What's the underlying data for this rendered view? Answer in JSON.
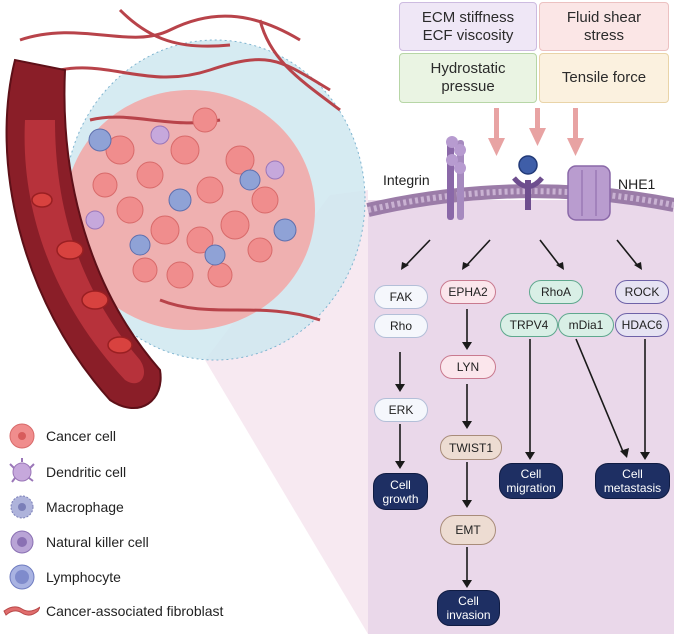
{
  "forces": {
    "ecm": "ECM stiffness\nECF viscosity",
    "shear": "Fluid shear\nstress",
    "hydro": "Hydrostatic\npressue",
    "tensile": "Tensile force"
  },
  "membrane_labels": {
    "integrin": "Integrin",
    "nhe1": "NHE1"
  },
  "nodes": {
    "fak": "FAK",
    "rho": "Rho",
    "erk": "ERK",
    "epha2": "EPHA2",
    "lyn": "LYN",
    "twist1": "TWIST1",
    "emt": "EMT",
    "rhoa": "RhoA",
    "trpv4": "TRPV4",
    "mdia1": "mDia1",
    "rock": "ROCK",
    "hdac6": "HDAC6"
  },
  "outcomes": {
    "growth": "Cell\ngrowth",
    "invasion": "Cell\ninvasion",
    "migration": "Cell\nmigration",
    "metastasis": "Cell\nmetastasis"
  },
  "legend": [
    {
      "label": "Cancer cell",
      "icon": "cancer-cell-icon"
    },
    {
      "label": "Dendritic cell",
      "icon": "dendritic-cell-icon"
    },
    {
      "label": "Macrophage",
      "icon": "macrophage-icon"
    },
    {
      "label": "Natural killer cell",
      "icon": "nk-cell-icon"
    },
    {
      "label": "Lymphocyte",
      "icon": "lymphocyte-icon"
    },
    {
      "label": "Cancer-associated fibroblast",
      "icon": "fibroblast-icon"
    }
  ],
  "colors": {
    "cell_bg": "#ead8ea",
    "membrane": "#9b7ca8",
    "arrow_pink": "#e8a3a3",
    "dark_box": "#1e2f63",
    "tumor": "#f1a4a4",
    "vessel": "#7e1a22"
  }
}
